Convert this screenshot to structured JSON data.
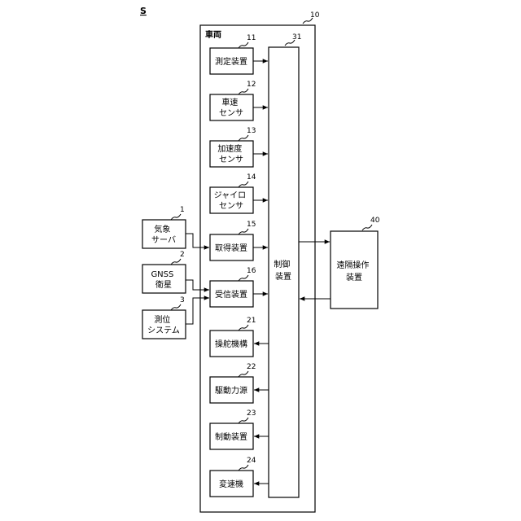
{
  "figure_label": "S",
  "vehicle": {
    "label": "車両",
    "ref": "10"
  },
  "control": {
    "lines": [
      "制御",
      "装置"
    ],
    "ref": "31"
  },
  "remote": {
    "lines": [
      "遠隔操作",
      "装置"
    ],
    "ref": "40"
  },
  "inputs": [
    {
      "key": "measurement",
      "lines": [
        "測定装置"
      ],
      "ref": "11"
    },
    {
      "key": "speed-sensor",
      "lines": [
        "車速",
        "センサ"
      ],
      "ref": "12"
    },
    {
      "key": "accel-sensor",
      "lines": [
        "加速度",
        "センサ"
      ],
      "ref": "13"
    },
    {
      "key": "gyro-sensor",
      "lines": [
        "ジャイロ",
        "センサ"
      ],
      "ref": "14"
    },
    {
      "key": "acquisition",
      "lines": [
        "取得装置"
      ],
      "ref": "15"
    },
    {
      "key": "receiver",
      "lines": [
        "受信装置"
      ],
      "ref": "16"
    }
  ],
  "outputs": [
    {
      "key": "steering",
      "lines": [
        "操舵機構"
      ],
      "ref": "21"
    },
    {
      "key": "power-source",
      "lines": [
        "駆動力源"
      ],
      "ref": "22"
    },
    {
      "key": "brake",
      "lines": [
        "制動装置"
      ],
      "ref": "23"
    },
    {
      "key": "transmission",
      "lines": [
        "変速機"
      ],
      "ref": "24"
    }
  ],
  "externals": [
    {
      "key": "weather-server",
      "lines": [
        "気象",
        "サーバ"
      ],
      "ref": "1"
    },
    {
      "key": "gnss-satellite",
      "lines": [
        "GNSS",
        "衛星"
      ],
      "ref": "2"
    },
    {
      "key": "positioning",
      "lines": [
        "測位",
        "システム"
      ],
      "ref": "3"
    }
  ]
}
